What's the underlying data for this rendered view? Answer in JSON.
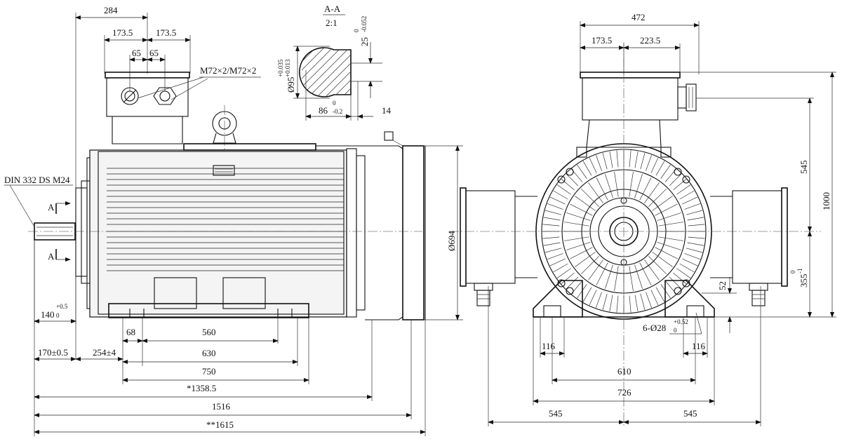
{
  "side_view": {
    "dim_284": "284",
    "dim_173_5_left": "173.5",
    "dim_173_5_right": "173.5",
    "dim_65_left": "65",
    "dim_65_right": "65",
    "thread_note": "M72×2/M72×2",
    "shaft_standard": "DIN 332 DS M24",
    "section_mark_top": "A",
    "section_mark_bottom": "A",
    "dim_140": "140",
    "dim_140_tol_upper": "+0.5",
    "dim_140_tol_lower": "0",
    "dim_170": "170±0.5",
    "dim_254": "254±4",
    "dim_68": "68",
    "dim_560": "560",
    "dim_630": "630",
    "dim_750": "750",
    "dim_1358": "*1358.5",
    "dim_1516": "1516",
    "dim_1615": "**1615",
    "dim_694": "Ø694"
  },
  "section_view": {
    "title": "A-A",
    "scale": "2:1",
    "dim_25": "25",
    "dim_25_tol": "0",
    "dim_25_tol2": "-0.052",
    "dim_95": "Ø95",
    "dim_95_tol": "+0.035",
    "dim_95_tol2": "+0.013",
    "dim_86": "86",
    "dim_86_tol": "0",
    "dim_86_tol2": "-0.2",
    "dim_14": "14"
  },
  "end_view": {
    "dim_472": "472",
    "dim_173_5": "173.5",
    "dim_223_5": "223.5",
    "dim_545_vert": "545",
    "dim_1000": "1000",
    "dim_355": "355",
    "dim_355_tol": "0",
    "dim_355_tol2": "-1",
    "dim_52": "52",
    "holes_note": "6-Ø28",
    "holes_tol": "+0.52",
    "holes_tol2": "0",
    "dim_116_left": "116",
    "dim_116_right": "116",
    "dim_610": "610",
    "dim_726": "726",
    "dim_545_left": "545",
    "dim_545_right": "545"
  }
}
